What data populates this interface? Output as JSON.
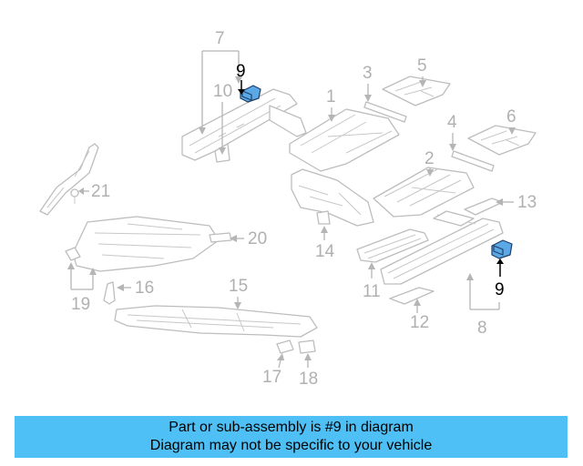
{
  "callouts": {
    "c1": "1",
    "c2": "2",
    "c3": "3",
    "c4": "4",
    "c5": "5",
    "c6": "6",
    "c7": "7",
    "c8": "8",
    "c9a": "9",
    "c9b": "9",
    "c10": "10",
    "c11": "11",
    "c12": "12",
    "c13": "13",
    "c14": "14",
    "c15": "15",
    "c16": "16",
    "c17": "17",
    "c18": "18",
    "c19": "19",
    "c20": "20",
    "c21": "21"
  },
  "highlight": {
    "part_number": "9",
    "color": "#5aa9e6"
  },
  "banner": {
    "line1": "Part or sub-assembly is #9 in diagram",
    "line2": "Diagram may not be specific to your vehicle",
    "background": "#4fc0f5"
  }
}
